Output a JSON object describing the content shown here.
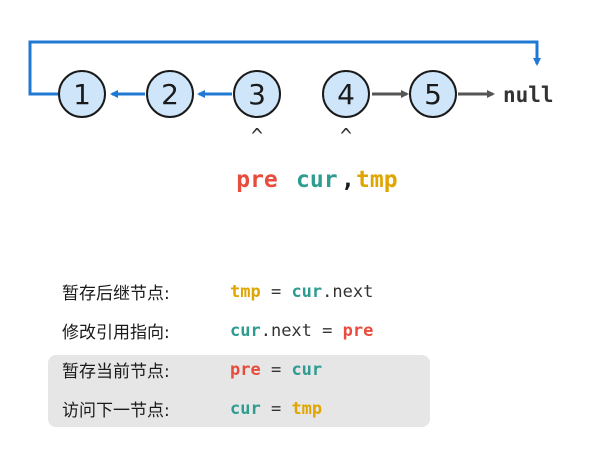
{
  "nodes": [
    "1",
    "2",
    "3",
    "4",
    "5"
  ],
  "null_label": "null",
  "carets": [
    "^",
    "^"
  ],
  "pointer_labels": {
    "pre": "pre",
    "cur_tmp_cur": "cur",
    "comma": ",",
    "cur_tmp_tmp": "tmp"
  },
  "steps": [
    {
      "label": "暂存后继节点:",
      "parts": [
        {
          "text": "tmp",
          "kind": "tmp"
        },
        {
          "text": " = ",
          "kind": "plain"
        },
        {
          "text": "cur",
          "kind": "cur"
        },
        {
          "text": ".next",
          "kind": "plain"
        }
      ]
    },
    {
      "label": "修改引用指向:",
      "parts": [
        {
          "text": "cur",
          "kind": "cur"
        },
        {
          "text": ".next = ",
          "kind": "plain"
        },
        {
          "text": "pre",
          "kind": "pre"
        }
      ]
    },
    {
      "label": "暂存当前节点:",
      "parts": [
        {
          "text": "pre",
          "kind": "pre"
        },
        {
          "text": " = ",
          "kind": "plain"
        },
        {
          "text": "cur",
          "kind": "cur"
        }
      ]
    },
    {
      "label": "访问下一节点:",
      "parts": [
        {
          "text": "cur",
          "kind": "cur"
        },
        {
          "text": " = ",
          "kind": "plain"
        },
        {
          "text": "tmp",
          "kind": "tmp"
        }
      ]
    }
  ],
  "colors": {
    "node_fill": "#cfe6fa",
    "node_stroke": "#1a1a1a",
    "reverse_arrow": "#1f78d1",
    "forward_arrow": "#555555",
    "pre": "#e74c3c",
    "cur": "#2e9c91",
    "tmp": "#e0a500",
    "highlight": "#e6e6e6"
  }
}
